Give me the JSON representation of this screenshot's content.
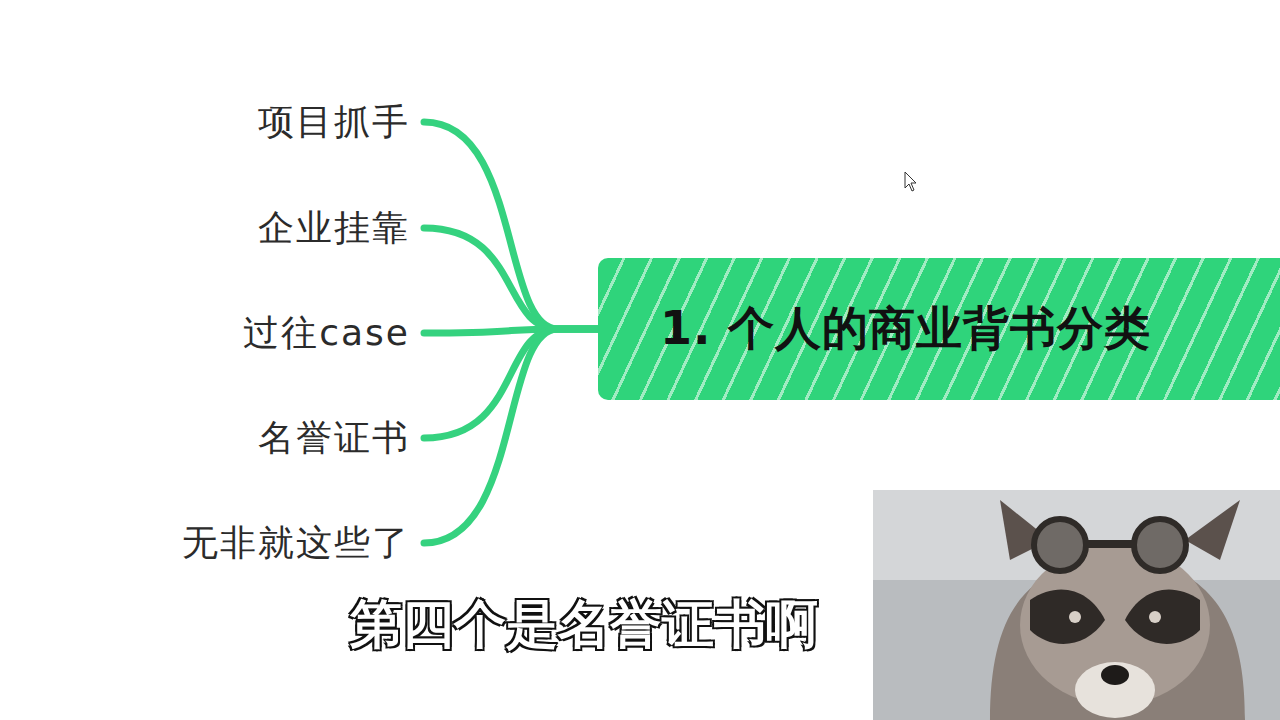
{
  "diagram": {
    "nodes": [
      {
        "text": [
          "1. 个人的商业背书分类"
        ]
      },
      {
        "text": [
          "项目抓手"
        ]
      },
      {
        "text": [
          "企业挂靠"
        ]
      },
      {
        "text": [
          "过往case"
        ]
      },
      {
        "text": [
          "名誉证书"
        ]
      },
      {
        "text": [
          "无非就这些了"
        ]
      }
    ],
    "edges": [
      {
        "from": 0,
        "to": 1,
        "arrow": "none"
      },
      {
        "from": 0,
        "to": 2,
        "arrow": "none"
      },
      {
        "from": 0,
        "to": 3,
        "arrow": "none"
      },
      {
        "from": 0,
        "to": 4,
        "arrow": "none"
      },
      {
        "from": 0,
        "to": 5,
        "arrow": "none"
      }
    ],
    "labels": [
      "第四个是名誉证书啊"
    ]
  }
}
